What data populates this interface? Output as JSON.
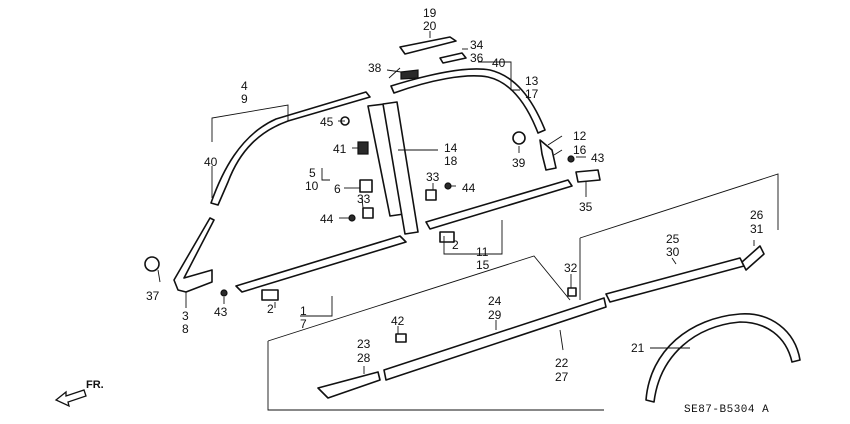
{
  "diagram": {
    "callouts": {
      "c19": "19",
      "c20": "20",
      "c34": "34",
      "c36": "36",
      "c40a": "40",
      "c38": "38",
      "c13": "13",
      "c17": "17",
      "c4": "4",
      "c9": "9",
      "c45": "45",
      "c41": "41",
      "c5": "5",
      "c10": "10",
      "c6": "6",
      "c33a": "33",
      "c44a": "44",
      "c14": "14",
      "c18": "18",
      "c40b": "40",
      "c33b": "33",
      "c44b": "44",
      "c12": "12",
      "c16": "16",
      "c43a": "43",
      "c39": "39",
      "c35": "35",
      "c2a": "2",
      "c11": "11",
      "c15": "15",
      "c26": "26",
      "c31": "31",
      "c25": "25",
      "c30": "30",
      "c32": "32",
      "c37": "37",
      "c3": "3",
      "c8": "8",
      "c43b": "43",
      "c2b": "2",
      "c1": "1",
      "c7": "7",
      "c24": "24",
      "c29": "29",
      "c42": "42",
      "c23": "23",
      "c28": "28",
      "c22": "22",
      "c27": "27",
      "c21": "21"
    },
    "direction_label": "FR.",
    "drawing_code": "SE87-B5304 A"
  }
}
